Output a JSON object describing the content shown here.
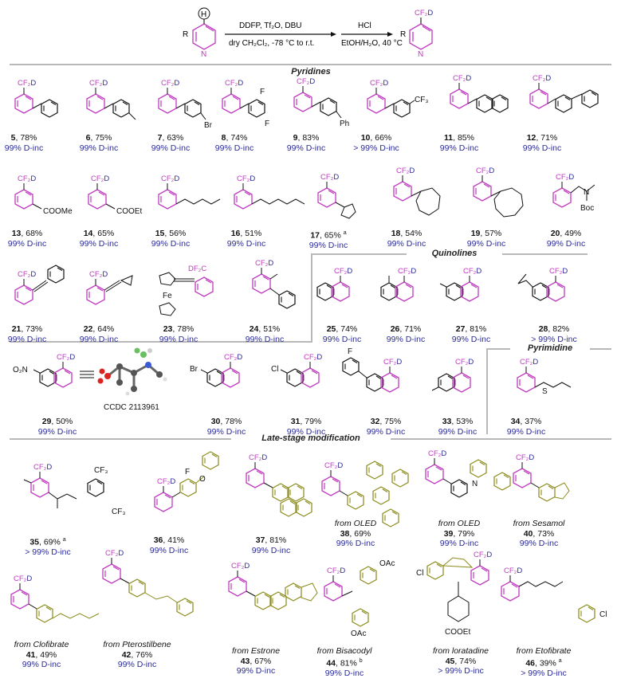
{
  "scheme": {
    "reagents_1_top": "DDFP, Tf₂O, DBU",
    "reagents_1_bottom": "dry CH₂Cl₂, -78 °C to r.t.",
    "reagents_2_top": "HCl",
    "reagents_2_bottom": "EtOH/H₂O, 40 °C",
    "r_label": "R",
    "h_label": "H",
    "n_label": "N",
    "cf2d_label": "CF₂D"
  },
  "sections": {
    "pyridines": "Pyridines",
    "quinolines": "Quinolines",
    "pyrimidine": "Pyrimidine",
    "late_stage": "Late-stage modification"
  },
  "labels": {
    "cf2d": "CF₂D",
    "cf3": "CF₃",
    "n": "N",
    "br": "Br",
    "f": "F",
    "cl": "Cl",
    "ph": "Ph",
    "coome": "COOMe",
    "cooet": "COOEt",
    "boc": "Boc",
    "fe": "Fe",
    "no2": "O₂N",
    "s": "S",
    "o": "O",
    "oac": "OAc",
    "ccdc": "CCDC 2113961",
    "d2fc": "DF₂C"
  },
  "compounds": [
    {
      "num": "5",
      "yield": ", 78%",
      "dinc": "99% D-inc"
    },
    {
      "num": "6",
      "yield": ", 75%",
      "dinc": "99% D-inc"
    },
    {
      "num": "7",
      "yield": ", 63%",
      "dinc": "99% D-inc"
    },
    {
      "num": "8",
      "yield": ", 74%",
      "dinc": "99% D-inc"
    },
    {
      "num": "9",
      "yield": ", 83%",
      "dinc": "99% D-inc"
    },
    {
      "num": "10",
      "yield": ", 66%",
      "dinc": "> 99% D-inc"
    },
    {
      "num": "11",
      "yield": ", 85%",
      "dinc": "99% D-inc"
    },
    {
      "num": "12",
      "yield": ", 71%",
      "dinc": "99% D-inc"
    },
    {
      "num": "13",
      "yield": ", 68%",
      "dinc": "99% D-inc"
    },
    {
      "num": "14",
      "yield": ", 65%",
      "dinc": "99% D-inc"
    },
    {
      "num": "15",
      "yield": ", 56%",
      "dinc": "99% D-inc"
    },
    {
      "num": "16",
      "yield": ", 51%",
      "dinc": "99% D-inc"
    },
    {
      "num": "17",
      "yield": ", 65%",
      "sup": "a",
      "dinc": "99% D-inc"
    },
    {
      "num": "18",
      "yield": ", 54%",
      "dinc": "99% D-inc"
    },
    {
      "num": "19",
      "yield": ", 57%",
      "dinc": "99% D-inc"
    },
    {
      "num": "20",
      "yield": ", 49%",
      "dinc": "99% D-inc"
    },
    {
      "num": "21",
      "yield": ", 73%",
      "dinc": "99% D-inc"
    },
    {
      "num": "22",
      "yield": ", 64%",
      "dinc": "99% D-inc"
    },
    {
      "num": "23",
      "yield": ", 78%",
      "dinc": "99% D-inc"
    },
    {
      "num": "24",
      "yield": ", 51%",
      "dinc": "99% D-inc"
    },
    {
      "num": "25",
      "yield": ", 74%",
      "dinc": "99% D-inc"
    },
    {
      "num": "26",
      "yield": ", 71%",
      "dinc": "99% D-inc"
    },
    {
      "num": "27",
      "yield": ", 81%",
      "dinc": "99% D-inc"
    },
    {
      "num": "28",
      "yield": ", 82%",
      "dinc": "> 99% D-inc"
    },
    {
      "num": "29",
      "yield": ", 50%",
      "dinc": "99% D-inc"
    },
    {
      "num": "30",
      "yield": ", 78%",
      "dinc": "99% D-inc"
    },
    {
      "num": "31",
      "yield": ", 79%",
      "dinc": "99% D-inc"
    },
    {
      "num": "32",
      "yield": ", 75%",
      "dinc": "99% D-inc"
    },
    {
      "num": "33",
      "yield": ", 53%",
      "dinc": "99% D-inc"
    },
    {
      "num": "34",
      "yield": ", 37%",
      "dinc": "99% D-inc"
    },
    {
      "num": "35",
      "yield": ", 69%",
      "sup": "a",
      "dinc": "> 99% D-inc"
    },
    {
      "num": "36",
      "yield": ", 41%",
      "dinc": "99% D-inc"
    },
    {
      "num": "37",
      "yield": ", 81%",
      "dinc": "99% D-inc"
    },
    {
      "num": "38",
      "yield": ", 69%",
      "dinc": "99% D-inc",
      "src": "from OLED"
    },
    {
      "num": "39",
      "yield": ", 79%",
      "dinc": "99% D-inc",
      "src": "from OLED"
    },
    {
      "num": "40",
      "yield": ", 73%",
      "dinc": "99% D-inc",
      "src": "from Sesamol"
    },
    {
      "num": "41",
      "yield": ", 49%",
      "dinc": "99% D-inc",
      "src": "from Clofibrate"
    },
    {
      "num": "42",
      "yield": ", 76%",
      "dinc": "99% D-inc",
      "src": "from Pterostilbene"
    },
    {
      "num": "43",
      "yield": ", 67%",
      "dinc": "99% D-inc",
      "src": "from Estrone"
    },
    {
      "num": "44",
      "yield": ", 81%",
      "sup": "b",
      "dinc": "99% D-inc",
      "src": "from Bisacodyl"
    },
    {
      "num": "45",
      "yield": ", 74%",
      "dinc": "> 99% D-inc",
      "src": "from loratadine"
    },
    {
      "num": "46",
      "yield": ", 39%",
      "sup": "a",
      "dinc": "> 99% D-inc",
      "src": "from Etofibrate"
    }
  ],
  "colors": {
    "ring": "#c03ac0",
    "cf2d_cf": "#c03ac0",
    "d": "#2a2a9a",
    "natural": "#8a8a1a",
    "bond": "#111111",
    "dinc": "#2a2a9a",
    "divider": "#b8b8b8"
  }
}
